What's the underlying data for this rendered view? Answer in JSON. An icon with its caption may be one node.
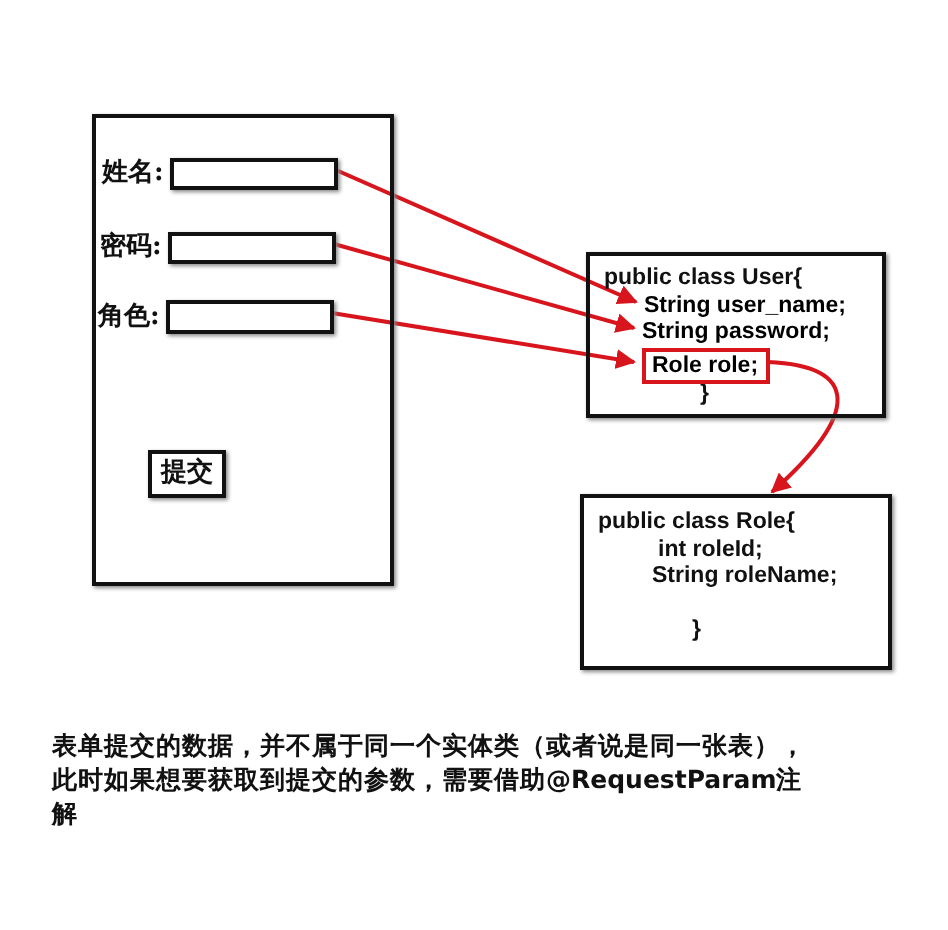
{
  "diagram": {
    "caption": "表单提交的数据，并不属于同一个实体类（或者说是同一张表），此时如果想要获取到提交的参数，需要借助@RequestParam注解",
    "nodes": [
      {
        "text": [],
        "shape": "box"
      },
      {
        "text": [],
        "shape": "box",
        "in": 0,
        "beside": [
          "姓名:"
        ]
      },
      {
        "text": [],
        "shape": "box",
        "in": 0,
        "beside": [
          "密码:"
        ]
      },
      {
        "text": [],
        "shape": "box",
        "in": 0,
        "beside": [
          "角色:"
        ]
      },
      {
        "text": [
          "提交"
        ],
        "in": 0
      },
      {
        "text": [
          "public class User{",
          "}"
        ]
      },
      {
        "text": [
          "String user_name;"
        ],
        "in": 5
      },
      {
        "text": [
          "String password;"
        ],
        "in": 5
      },
      {
        "text": [
          "Role role;"
        ],
        "in": 5
      },
      {
        "text": [
          "public class Role{",
          "int roleId;",
          "String roleName;",
          "}"
        ]
      }
    ],
    "edges": [
      {
        "from": 1,
        "to": 6,
        "arrow": "to"
      },
      {
        "from": 2,
        "to": 7,
        "arrow": "to"
      },
      {
        "from": 3,
        "to": 8,
        "arrow": "to"
      },
      {
        "from": 8,
        "to": 9,
        "arrow": "to"
      }
    ]
  }
}
